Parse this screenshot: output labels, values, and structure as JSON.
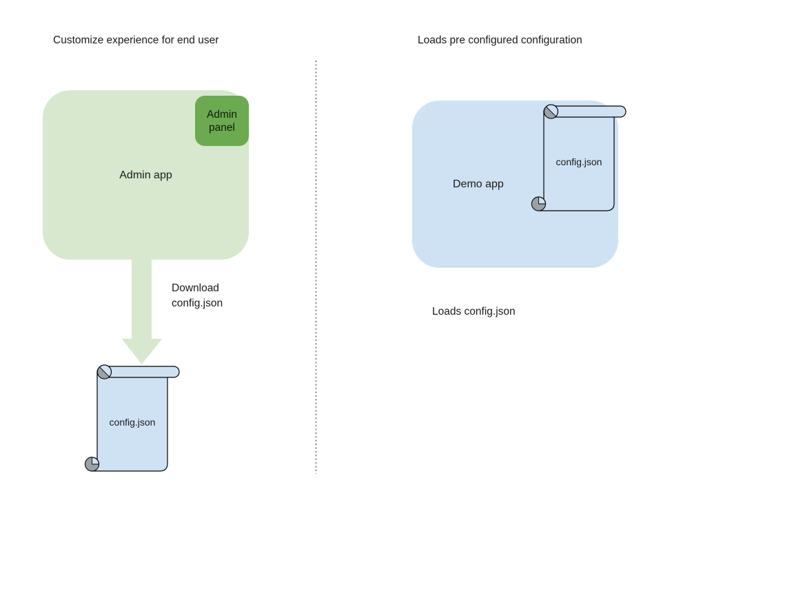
{
  "colors": {
    "admin_box_green": "#d7e8cf",
    "admin_panel_green": "#6caa50",
    "blue_light": "#cfe2f3",
    "outline_black": "#000000",
    "curl_gray": "#9aa1a7",
    "divider_gray": "#6b6b6b",
    "text": "#1a1a1a"
  },
  "left": {
    "title": "Customize experience for end user",
    "admin_app_label": "Admin app",
    "admin_panel_label": "Admin panel",
    "arrow_label": "Download config.json",
    "file_label": "config.json"
  },
  "right": {
    "title": "Loads pre configured configuration",
    "demo_app_label": "Demo app",
    "file_label": "config.json",
    "caption": "Loads config.json"
  }
}
